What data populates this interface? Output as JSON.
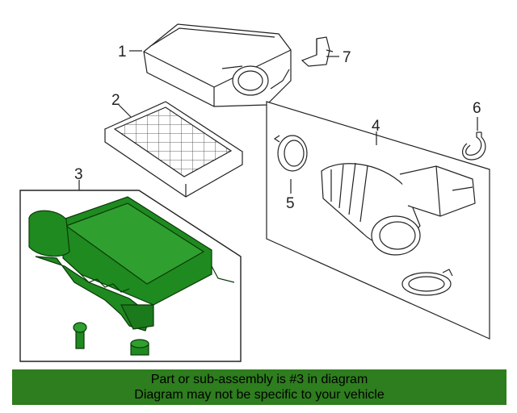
{
  "callouts": {
    "c1": "1",
    "c2": "2",
    "c3": "3",
    "c4": "4",
    "c5": "5",
    "c6": "6",
    "c7": "7"
  },
  "banner": {
    "line1": "Part or sub-assembly is #3 in diagram",
    "line2": "Diagram may not be specific to your vehicle",
    "color": "#2e7d1e"
  },
  "highlight_color": "#1f8a1f"
}
